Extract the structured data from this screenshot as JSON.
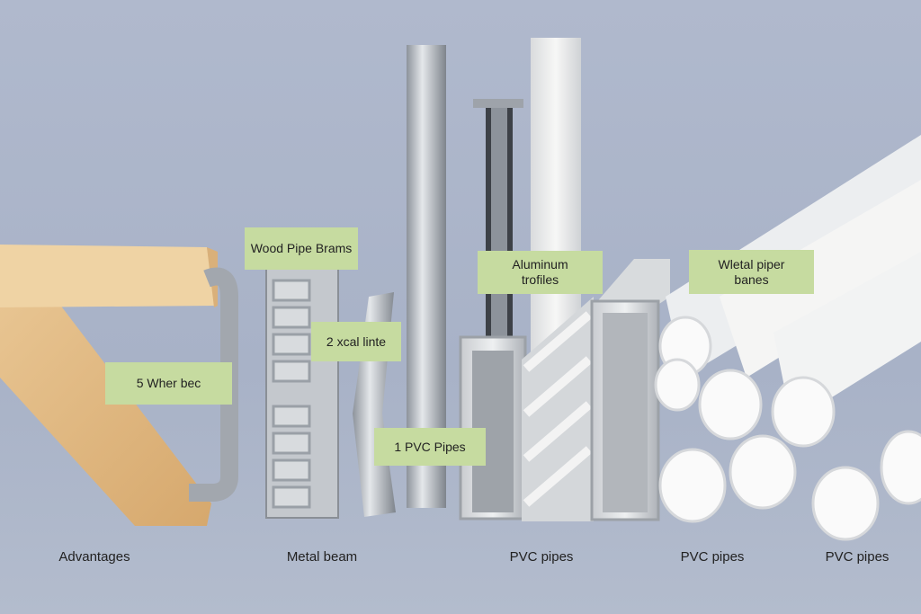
{
  "labels": {
    "wood_pipe": "Wood Pipe Brams",
    "xcal": "2 xcal linte",
    "wher": "5 Wher bec",
    "pvc": "1 PVC Pipes",
    "aluminum": "Aluminum trofiles",
    "metal_piper": "Wletal piper banes"
  },
  "captions": [
    "Advantages",
    "Metal beam",
    "PVC pipes",
    "PVC pipes",
    "PVC pipes"
  ]
}
